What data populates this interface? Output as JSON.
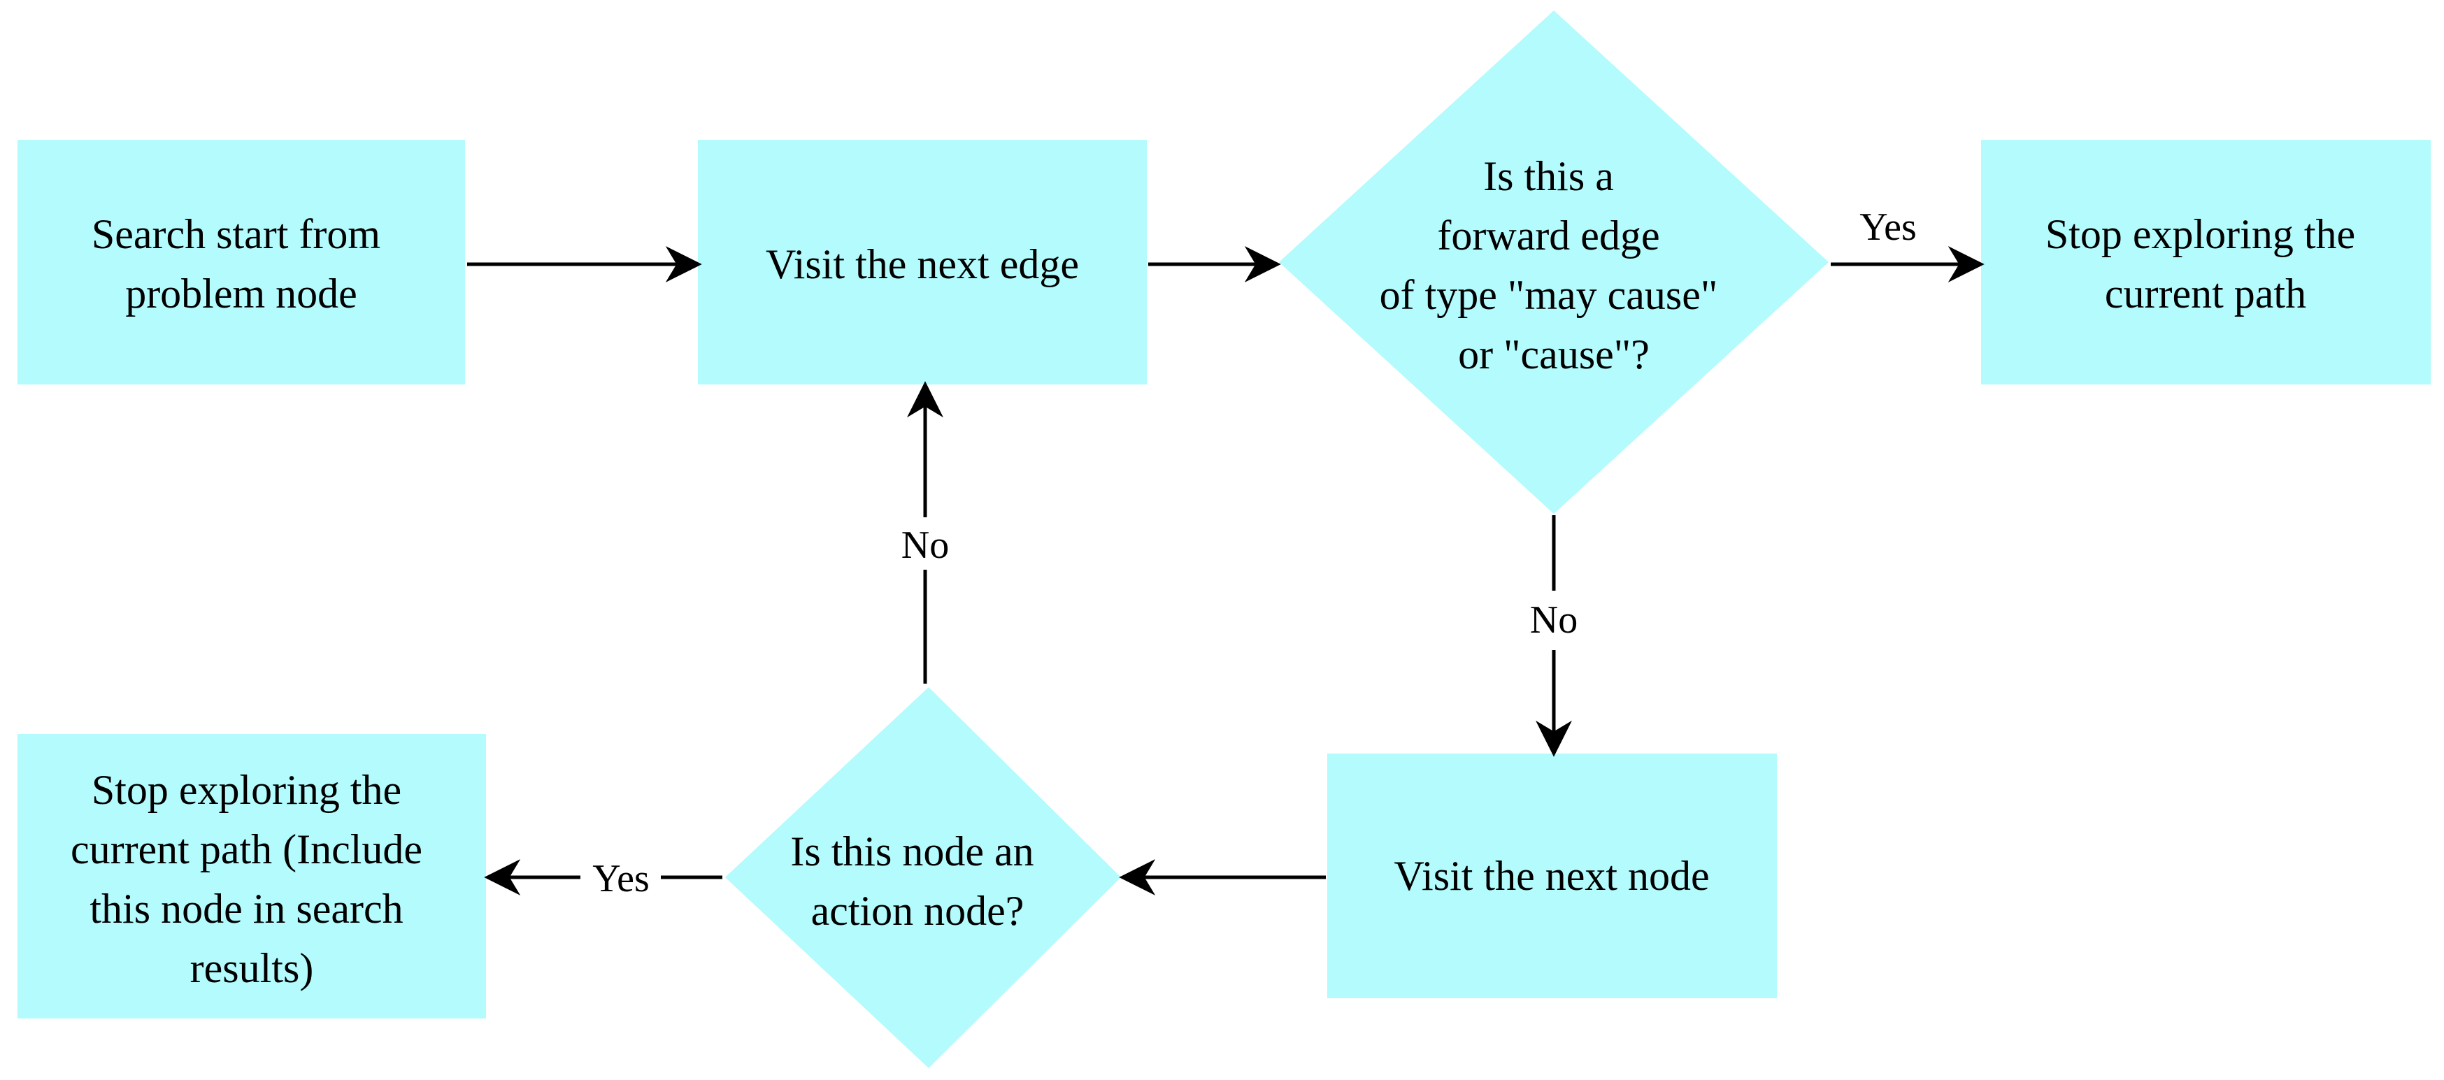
{
  "colors": {
    "node_fill": "#b3fbfd",
    "line": "#000000",
    "background": "#ffffff"
  },
  "nodes": {
    "start": {
      "lines": [
        "Search start from",
        "problem node"
      ]
    },
    "visit_edge": {
      "lines": [
        "Visit the next edge"
      ]
    },
    "forward_edge_decision": {
      "lines": [
        "Is this a",
        "forward edge",
        "of type \"may cause\"",
        "or \"cause\"?"
      ]
    },
    "stop_path": {
      "lines": [
        "Stop exploring the",
        "current path"
      ]
    },
    "visit_node": {
      "lines": [
        "Visit the next node"
      ]
    },
    "action_decision": {
      "lines": [
        "Is this node an",
        "action node?"
      ]
    },
    "stop_include": {
      "lines": [
        "Stop exploring the",
        "current path (Include",
        "this node in search",
        "results)"
      ]
    }
  },
  "edges": {
    "forward_yes": "Yes",
    "forward_no": "No",
    "action_yes": "Yes",
    "action_no": "No"
  }
}
